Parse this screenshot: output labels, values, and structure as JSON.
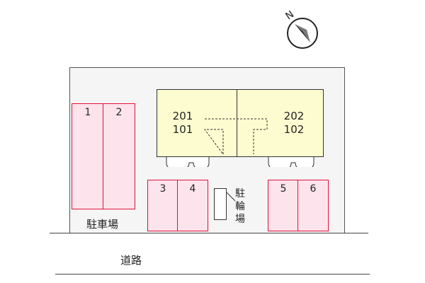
{
  "compass": {
    "label": "N",
    "icon": "north-arrow-icon"
  },
  "buildings": [
    {
      "upper": "201",
      "lower": "101"
    },
    {
      "upper": "202",
      "lower": "102"
    }
  ],
  "parking_spaces": [
    "1",
    "2",
    "3",
    "4",
    "5",
    "6"
  ],
  "parking_label": "駐車場",
  "bike_parking_label": "駐\n輪\n場",
  "road_label": "道路",
  "colors": {
    "parking_fill": "#fde4ec",
    "parking_border": "#e0103a",
    "building_fill": "#fdfcd0",
    "lot_fill": "#f5f5f5"
  }
}
